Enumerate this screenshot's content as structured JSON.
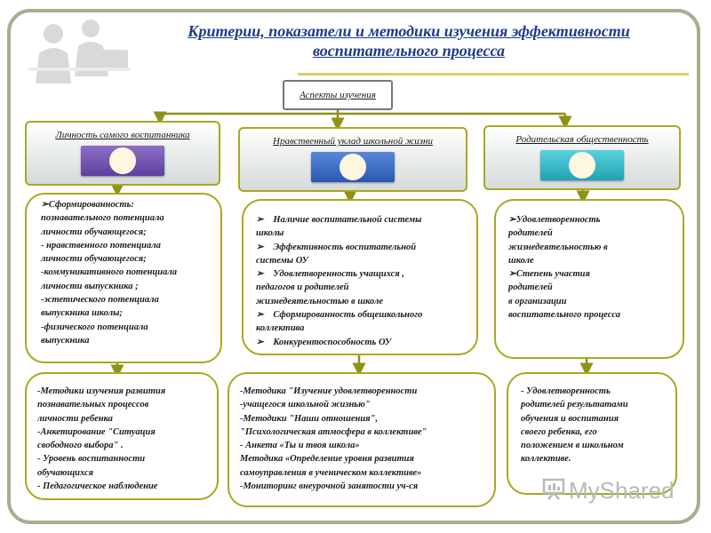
{
  "title_lines": [
    "Критерии, показатели и методики изучения эффективности",
    "воспитательного процесса"
  ],
  "aspects": "Аспекты изучения",
  "categories": [
    {
      "label": "Личность самого воспитанника",
      "icon": "children-icon"
    },
    {
      "label": "Нравственный уклад школьной жизни",
      "icon": "family-icon"
    },
    {
      "label": "Родительская общественность",
      "icon": "parent-icon"
    }
  ],
  "criteria_left": [
    "Сформированность:",
    "познавательного потенциала",
    "личности обучающегося;",
    "- нравственного потенциала",
    "личности обучающегося;",
    "-коммуникативного потенциала",
    "личности выпускника ;",
    "-эстетического потенциала",
    "выпускника школы;",
    "-физического потенциала",
    "выпускника"
  ],
  "criteria_center": [
    "Наличие воспитательной системы",
    "школы",
    "Эффективность воспитательной",
    "системы ОУ",
    "Удовлетворенность учащихся ,",
    "педагогов и родителей",
    "жизнедеятельностью в школе",
    "Сформированность общешкольного",
    "коллектива",
    "Конкурентоспособность ОУ"
  ],
  "criteria_right": [
    "Удовлетворенность",
    "родителей",
    "жизнедеятельностью в",
    "школе",
    "Степень участия",
    "родителей",
    "в организации",
    "воспитательного процесса"
  ],
  "methods_left": [
    "-Методики изучения развития",
    "познавательных процессов",
    "личности ребенка",
    "-Анкетирование \"Ситуация",
    "свободного выбора\" .",
    "- Уровень воспитанности",
    "обучающихся",
    "- Педагогическое наблюдение"
  ],
  "methods_center": [
    "-Методика \"Изучение удовлетворенности",
    "-учащегося школьной жизнью\"",
    "-Методики \"Наши отношения\",",
    "\"Психологическая атмосфера в коллективе\"",
    "- Анкета «Ты и твоя школа»",
    "Методика «Определение уровня развития",
    "самоуправления в ученическом коллективе»",
    "-Мониторинг внеурочной занятости уч-ся"
  ],
  "methods_right": [
    "- Удовлетворенность",
    "родителей результатами",
    "обучения и воспитания",
    "своего ребенка, его",
    "положением в школьном",
    "коллективе."
  ],
  "watermark": "MyShared",
  "colors": {
    "title": "#1f3a8a",
    "border": "#a8a820",
    "frame": "#a7ad8e",
    "arrow": "#8f9217"
  }
}
